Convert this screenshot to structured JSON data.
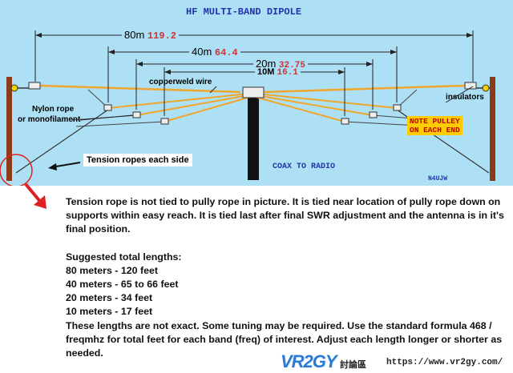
{
  "diagram": {
    "title": "HF MULTI-BAND DIPOLE",
    "bands": [
      {
        "band": "80m",
        "length": "119.2"
      },
      {
        "band": "40m",
        "length": "64.4"
      },
      {
        "band": "20m",
        "length": "32.75"
      },
      {
        "band": "10M",
        "length": "16.1"
      }
    ],
    "labels": {
      "copperweld": "copperweld wire",
      "nylon_line1": "Nylon rope",
      "nylon_line2": "or monofilament",
      "insulators": "insulators",
      "note_line1": "NOTE PULLEY",
      "note_line2": "ON EACH END",
      "tension": "Tension ropes each side",
      "coax": "COAX TO RADIO",
      "callsign": "N4UJW"
    },
    "colors": {
      "sky": "#aee0f5",
      "wire": "#f0a52c",
      "measure": "#cc3333",
      "note": "#ffcc00"
    }
  },
  "notes": {
    "paragraph1": "Tension rope is not tied to pully rope in picture. It is tied near location of pully rope down on supports within easy reach. It is tied last after final SWR adjustment and the antenna is in it's final position.",
    "heading": "Suggested total lengths:",
    "lengths": [
      "80 meters - 120 feet",
      "40 meters - 65 to 66 feet",
      "20 meters - 34 feet",
      "10 meters - 17 feet"
    ],
    "paragraph2": " These lengths are not exact. Some tuning may be required. Use the standard formula 468 / freqmhz for total feet for each band (freq) of interest. Adjust  each length longer or shorter as needed."
  },
  "watermark": {
    "logo": "VR2GY",
    "site_cn": "討論區",
    "url": "https://www.vr2gy.com/"
  }
}
